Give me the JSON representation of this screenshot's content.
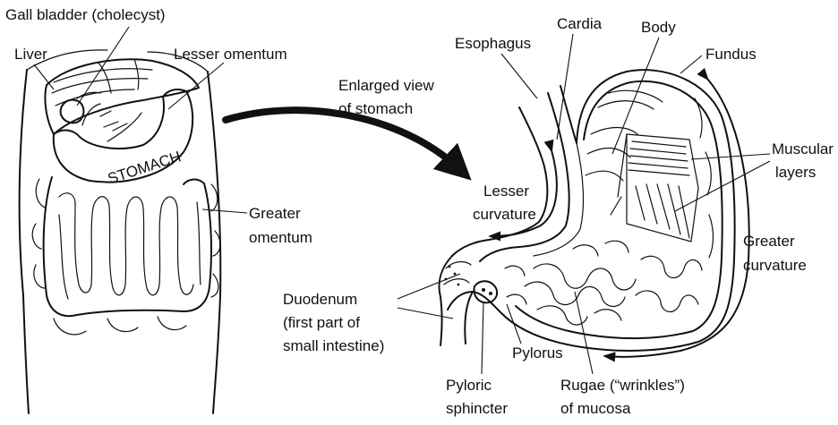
{
  "labels": {
    "gall_bladder": "Gall bladder (cholecyst)",
    "liver": "Liver",
    "lesser_omentum": "Lesser omentum",
    "stomach_text": "STOMACH",
    "greater_omentum_1": "Greater",
    "greater_omentum_2": "omentum",
    "enlarged_1": "Enlarged view",
    "enlarged_2": "of stomach",
    "esophagus": "Esophagus",
    "cardia": "Cardia",
    "body": "Body",
    "fundus": "Fundus",
    "muscular_1": "Muscular",
    "muscular_2": "layers",
    "lesser_curv_1": "Lesser",
    "lesser_curv_2": "curvature",
    "greater_curv_1": "Greater",
    "greater_curv_2": "curvature",
    "duodenum_1": "Duodenum",
    "duodenum_2": "(first part of",
    "duodenum_3": "small intestine)",
    "pylorus": "Pylorus",
    "pyloric_1": "Pyloric",
    "pyloric_2": "sphincter",
    "rugae_1": "Rugae (“wrinkles”)",
    "rugae_2": "of mucosa"
  }
}
